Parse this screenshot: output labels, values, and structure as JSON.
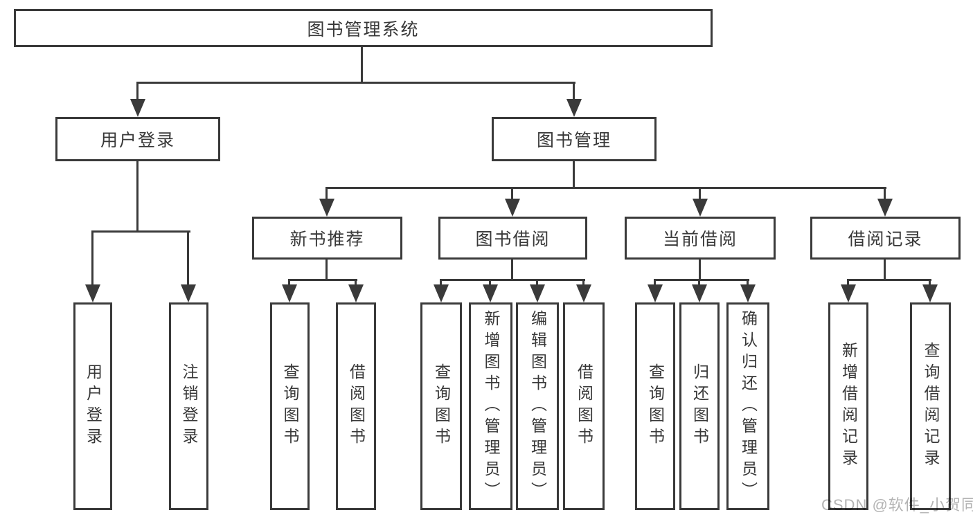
{
  "colors": {
    "line": "#3a3a3a",
    "text": "#383838",
    "box_background": "#ffffff",
    "page_background": "#ffffff",
    "watermark": "#b3b3b3"
  },
  "watermark": {
    "text": "CSDN @软件_小贺同学"
  },
  "tree": {
    "root": {
      "label": "图书管理系统",
      "children": [
        {
          "label": "用户登录",
          "children": [
            {
              "label": "用户登录"
            },
            {
              "label": "注销登录"
            }
          ]
        },
        {
          "label": "图书管理",
          "children": [
            {
              "label": "新书推荐",
              "children": [
                {
                  "label": "查询图书"
                },
                {
                  "label": "借阅图书"
                }
              ]
            },
            {
              "label": "图书借阅",
              "children": [
                {
                  "label": "查询图书"
                },
                {
                  "label": "新增图书（管理员）"
                },
                {
                  "label": "编辑图书（管理员）"
                },
                {
                  "label": "借阅图书"
                }
              ]
            },
            {
              "label": "当前借阅",
              "children": [
                {
                  "label": "查询图书"
                },
                {
                  "label": "归还图书"
                },
                {
                  "label": "确认归还（管理员）"
                }
              ]
            },
            {
              "label": "借阅记录",
              "children": [
                {
                  "label": "新增借阅记录"
                },
                {
                  "label": "查询借阅记录"
                }
              ]
            }
          ]
        }
      ]
    }
  }
}
